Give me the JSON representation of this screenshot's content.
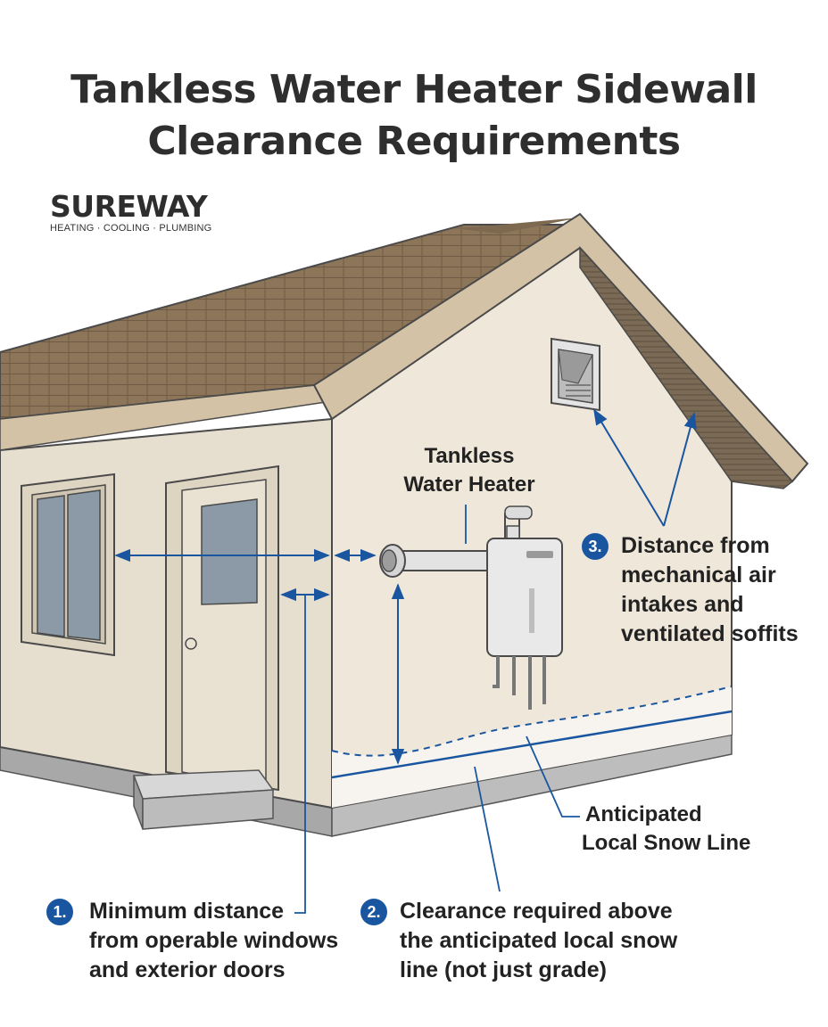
{
  "title": {
    "line1": "Tankless Water Heater Sidewall",
    "line2": "Clearance Requirements"
  },
  "logo": {
    "name": "SUREWAY",
    "tagline": "HEATING · COOLING · PLUMBING"
  },
  "labels": {
    "heater": [
      "Tankless",
      "Water Heater"
    ],
    "snow_line": [
      "Anticipated",
      "Local Snow Line"
    ]
  },
  "callouts": [
    {
      "number": "1.",
      "lines": [
        "Minimum distance",
        "from operable windows",
        "and exterior doors"
      ]
    },
    {
      "number": "2.",
      "lines": [
        "Clearance required above",
        "the anticipated local snow",
        "line (not just grade)"
      ]
    },
    {
      "number": "3.",
      "lines": [
        "Distance from",
        "mechanical air",
        "intakes and",
        "ventilated soffits"
      ]
    }
  ],
  "colors": {
    "accent": "#1a56a0",
    "wall": "#ece4d6",
    "roof": "#8c7558",
    "trim": "#d3c2a6"
  }
}
